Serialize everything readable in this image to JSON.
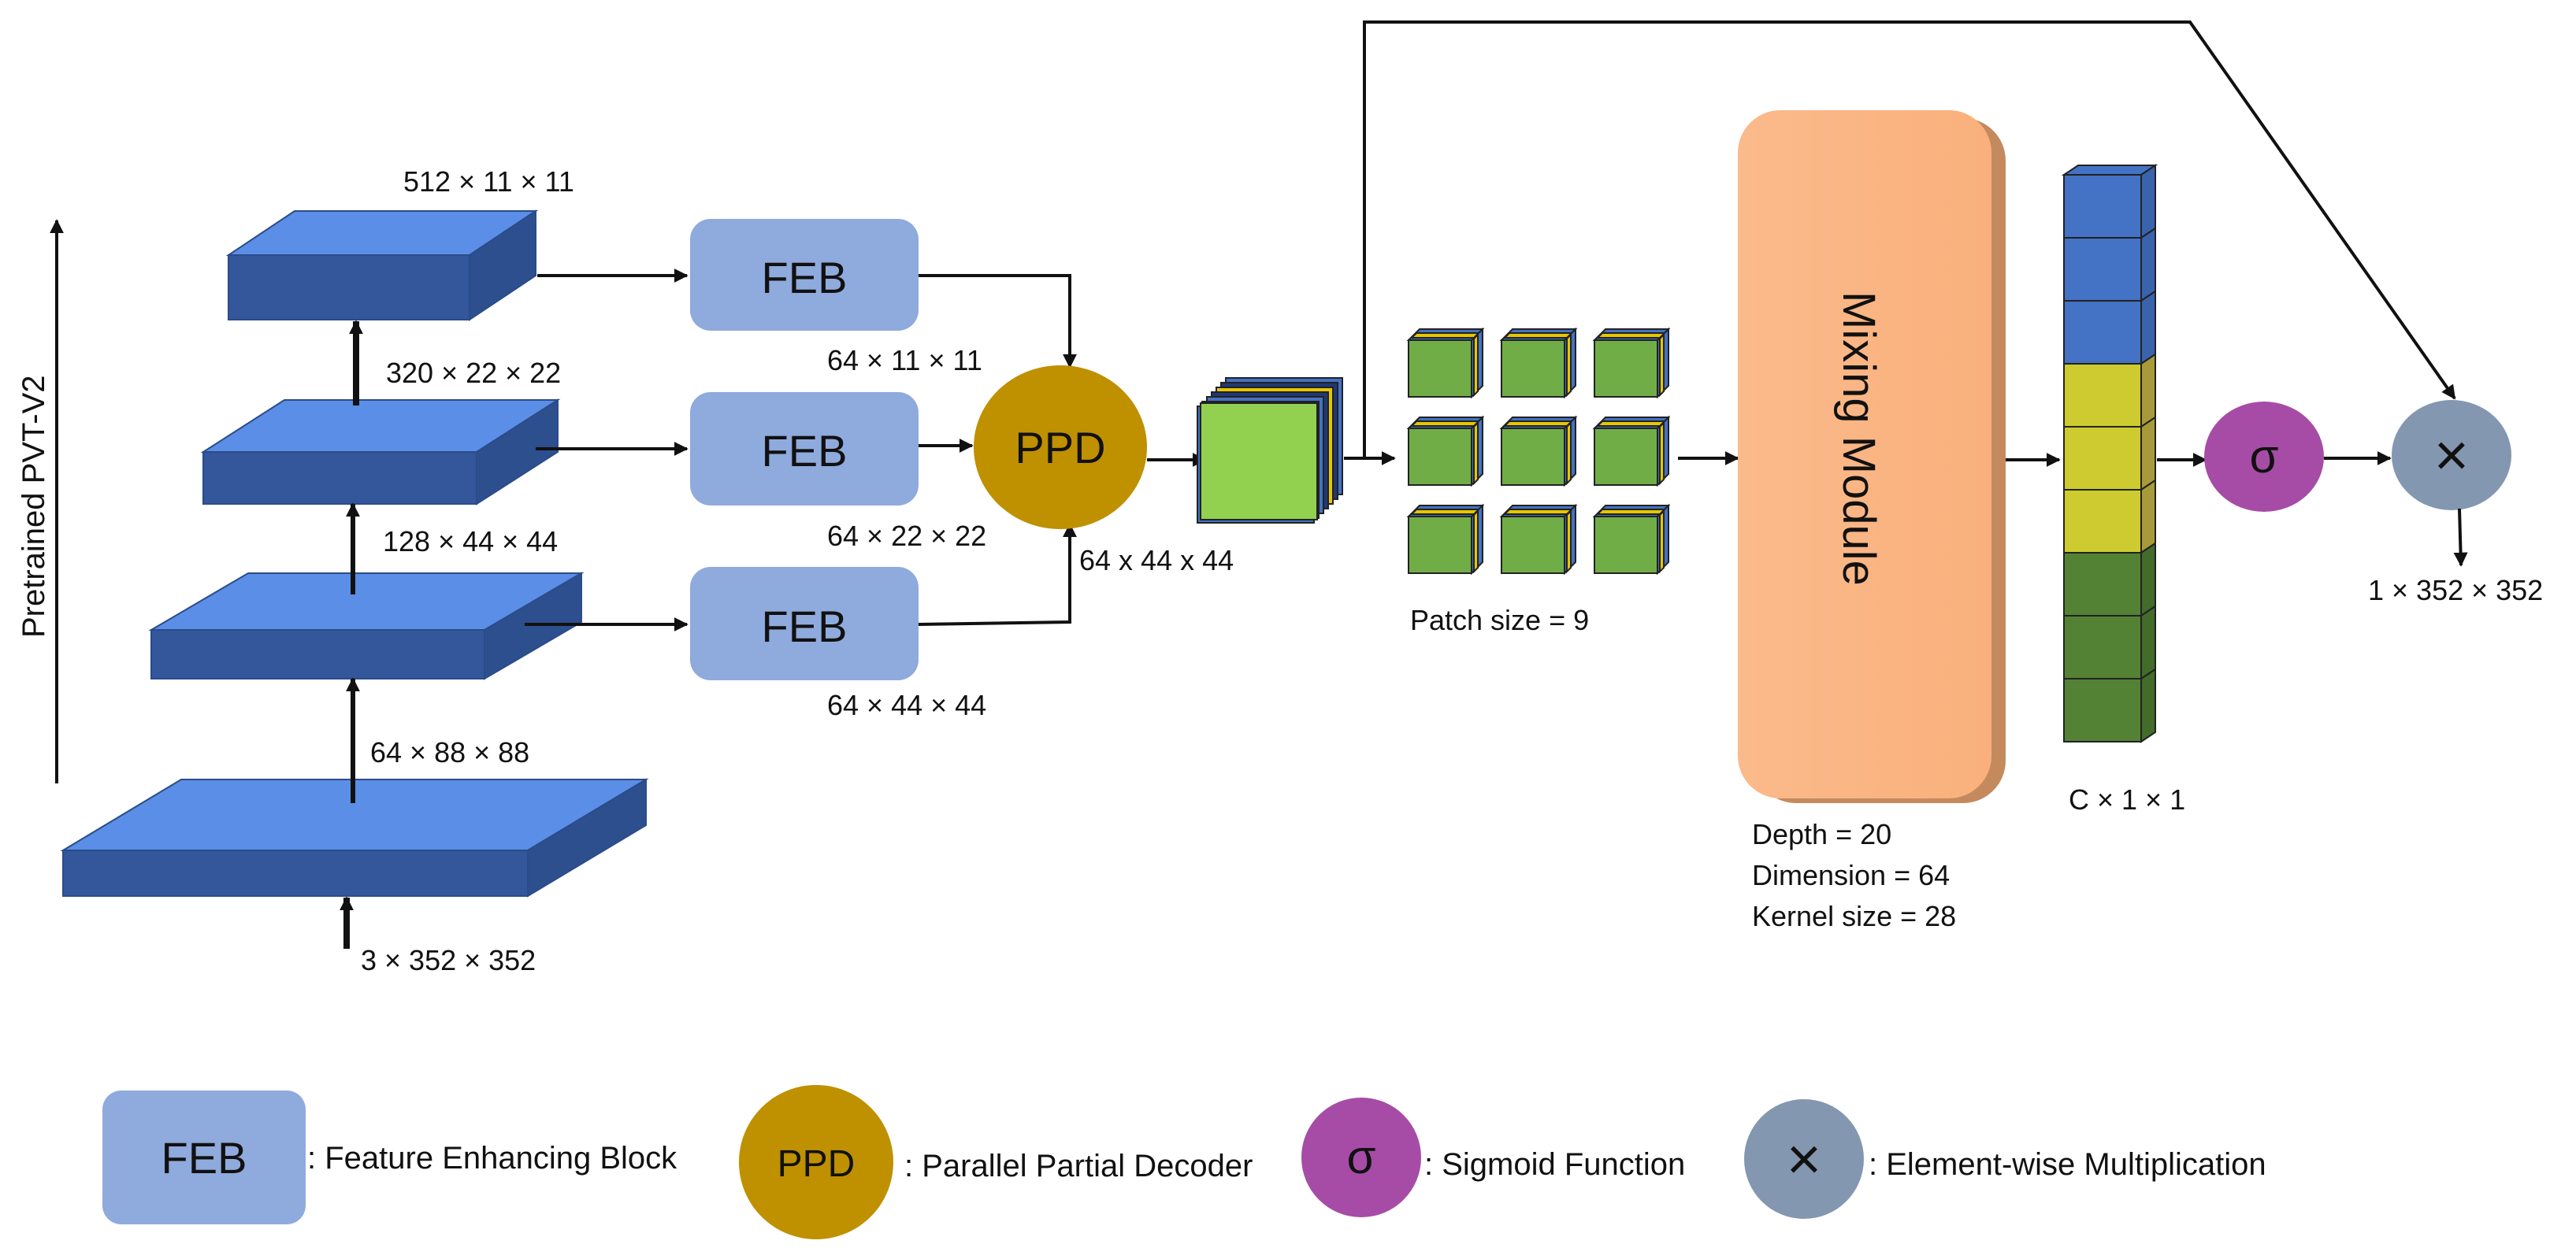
{
  "backbone": {
    "title": "Pretrained PVT-V2",
    "input_dim": "3 × 352 × 352",
    "stage_dims": [
      "64 × 88 × 88",
      "128 × 44 × 44",
      "320 × 22 × 22",
      "512 × 11 × 11"
    ]
  },
  "feb": {
    "label": "FEB",
    "out_dims": [
      "64 × 11 × 11",
      "64 × 22 × 22",
      "64 × 44 × 44"
    ]
  },
  "ppd": {
    "label": "PPD",
    "out_dim": "64 x 44 x 44"
  },
  "patches": {
    "caption": "Patch size = 9"
  },
  "mixing": {
    "label": "Mixing Module",
    "params": [
      "Depth = 20",
      "Dimension = 64",
      "Kernel size = 28"
    ]
  },
  "vector": {
    "caption": "C × 1 × 1"
  },
  "sigmoid": {
    "symbol": "σ"
  },
  "multiply": {
    "symbol": "×",
    "out_dim": "1 × 352 × 352"
  },
  "legend": [
    {
      "symbol": "FEB",
      "text": ": Feature Enhancing Block"
    },
    {
      "symbol": "PPD",
      "text": ": Parallel Partial Decoder"
    },
    {
      "symbol": "σ",
      "text": ": Sigmoid Function"
    },
    {
      "symbol": "×",
      "text": ": Element-wise Multiplication"
    }
  ],
  "colors": {
    "slab_front": "#33579A",
    "slab_top": "#5B8EE6",
    "feb_fill": "#8FAADC",
    "ppd_fill": "#BF9000",
    "mixing_fill": "#FBBA8B",
    "sigmoid_fill": "#A64CA6",
    "multiply_fill": "#8497B0",
    "patch_green": "#70AD47",
    "vector_blue": "#4472C4",
    "vector_yellow": "#CDCB2F",
    "vector_green": "#548235"
  }
}
